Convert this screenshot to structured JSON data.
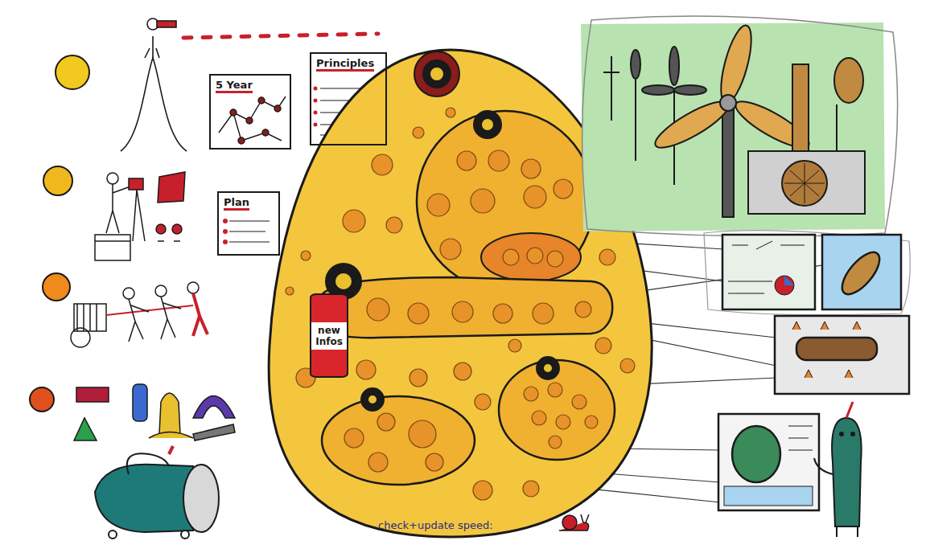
{
  "diagram": {
    "nodes": [
      {
        "text": [
          "5 Year"
        ]
      },
      {
        "text": [
          "Principles"
        ]
      },
      {
        "text": [
          "Plan"
        ]
      },
      {
        "text": [
          "new Infos"
        ]
      }
    ],
    "labels": [
      "check+update speed:"
    ]
  }
}
